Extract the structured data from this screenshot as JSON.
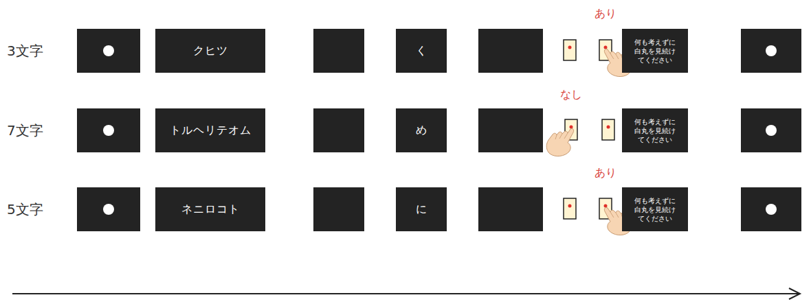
{
  "diagram": {
    "nodes": [
      {
        "text": [
          "クヒツ"
        ]
      },
      {
        "text": [
          "く"
        ]
      },
      {
        "text": [
          "何も考えずに 白丸を見続け てください"
        ]
      },
      {
        "text": [
          "トルヘリテオム"
        ]
      },
      {
        "text": [
          "め"
        ]
      },
      {
        "text": [
          "何も考えずに 白丸を見続け てください"
        ]
      },
      {
        "text": [
          "ネニロコト"
        ]
      },
      {
        "text": [
          "に"
        ]
      },
      {
        "text": [
          "何も考えずに 白丸を見続け てください"
        ]
      }
    ],
    "labels": [
      "3文字",
      "あり",
      "7文字",
      "なし",
      "5文字",
      "あり"
    ]
  }
}
